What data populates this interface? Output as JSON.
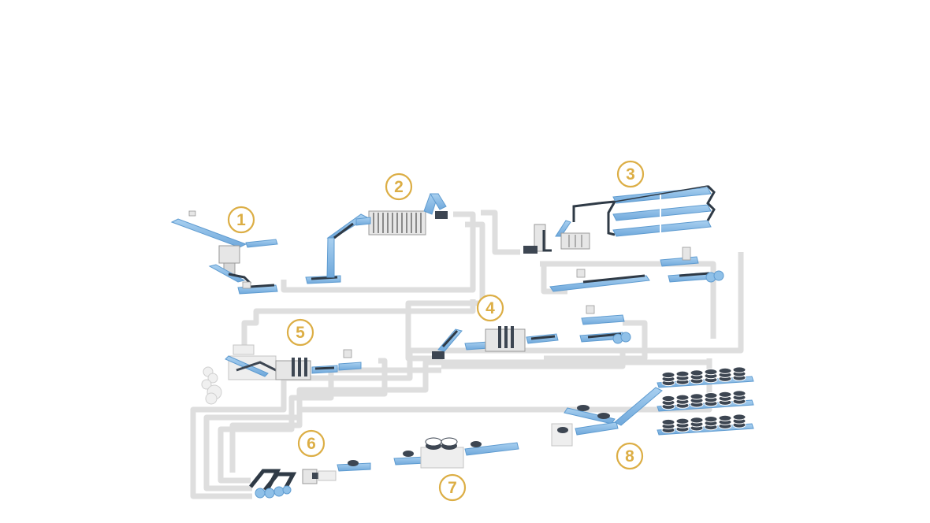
{
  "colors": {
    "marker": "#dcae45",
    "conveyor": "#8fc0e8",
    "conveyor_edge": "#5e9bd0",
    "track": "#dedede",
    "machine": "#e6e6e6",
    "machine_edge": "#bdbdbd",
    "tire": "#3d4652",
    "belt": "#2f3a46"
  },
  "stations": [
    {
      "id": "station-1",
      "label": "1"
    },
    {
      "id": "station-2",
      "label": "2"
    },
    {
      "id": "station-3",
      "label": "3"
    },
    {
      "id": "station-4",
      "label": "4"
    },
    {
      "id": "station-5",
      "label": "5"
    },
    {
      "id": "station-6",
      "label": "6"
    },
    {
      "id": "station-7",
      "label": "7"
    },
    {
      "id": "station-8",
      "label": "8"
    }
  ]
}
